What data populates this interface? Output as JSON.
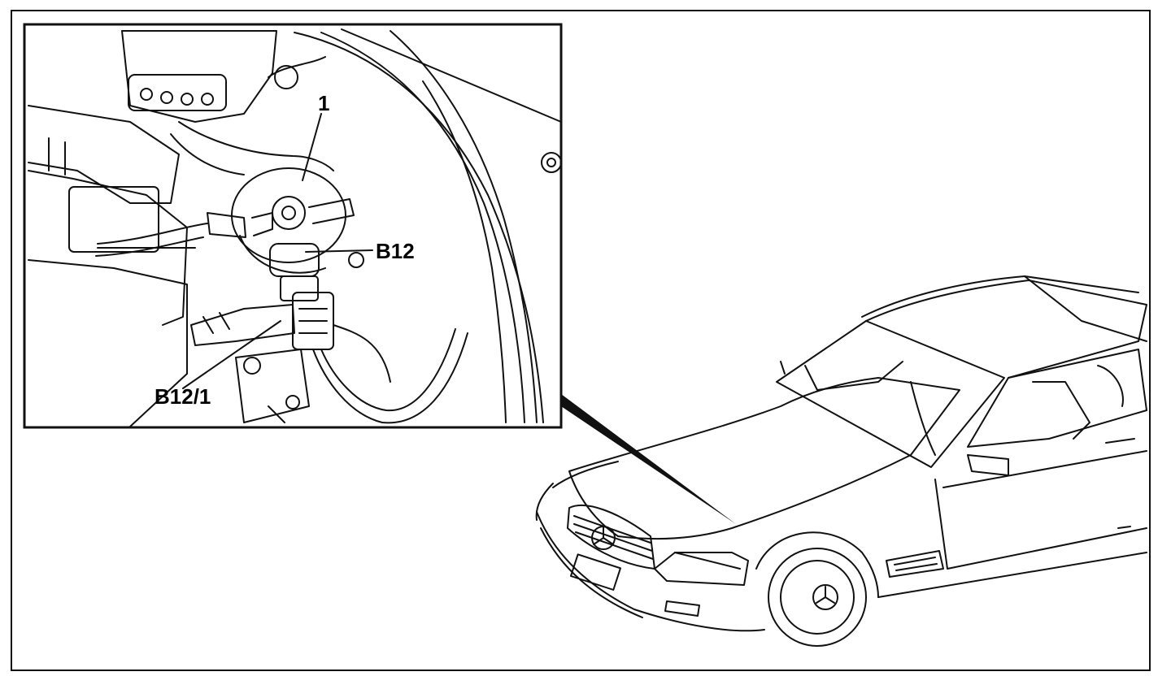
{
  "callouts": {
    "part_1": "1",
    "b12": "B12",
    "b12_1": "B12/1"
  },
  "colors": {
    "ink": "#111111",
    "paper": "#ffffff"
  }
}
